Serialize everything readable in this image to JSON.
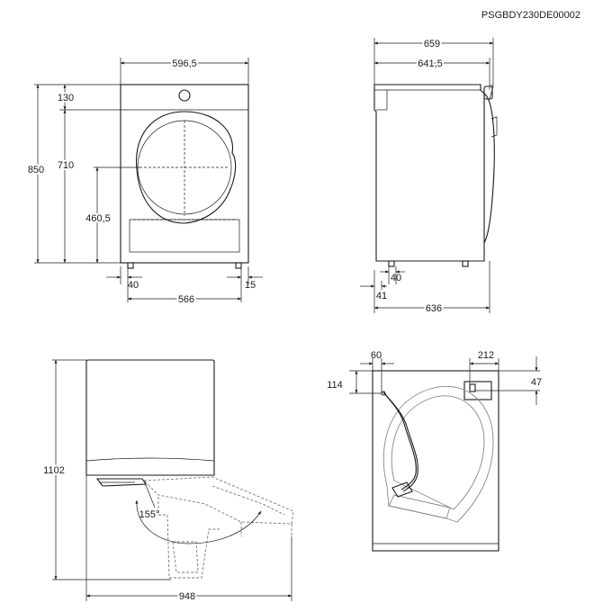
{
  "document_code": "PSGBDY230DE00002",
  "front_view": {
    "width": "596,5",
    "height": "850",
    "top_offset": "130",
    "door_top": "710",
    "door_center": "460,5",
    "foot_inset_left": "40",
    "foot_spacing": "566",
    "foot_inset_right": "15"
  },
  "side_view": {
    "total_depth": "659",
    "depth_to_door": "641,5",
    "foot_offset": "40",
    "rear_offset": "41",
    "base_depth": "636"
  },
  "door_open_view": {
    "height": "1102",
    "opening_angle": "155°",
    "total_depth": "948"
  },
  "rear_view": {
    "hose_offset_left": "60",
    "hose_offset_top": "114",
    "inlet_offset_right": "212",
    "inlet_offset_top": "47"
  }
}
